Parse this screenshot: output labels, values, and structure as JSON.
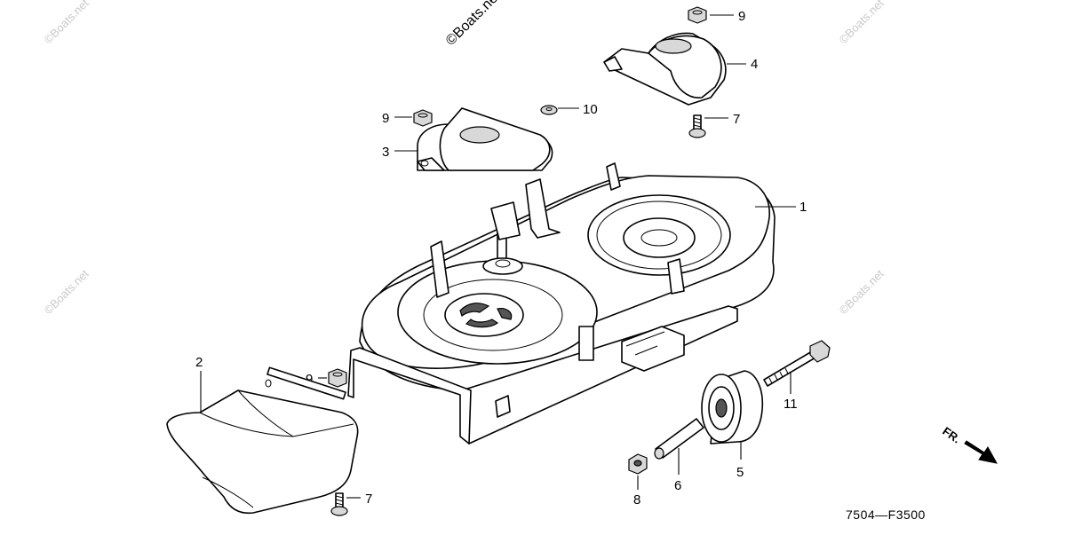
{
  "diagram": {
    "figure_code": "7504—F3500",
    "direction_label": "FR.",
    "watermarks": [
      "©Boats.net",
      "©Boats.net",
      "©Boats.net",
      "©Boats.net",
      "©Boats.net"
    ],
    "callouts": {
      "c1": "1",
      "c2": "2",
      "c3": "3",
      "c4": "4",
      "c5": "5",
      "c6": "6",
      "c7a": "7",
      "c7b": "7",
      "c8": "8",
      "c9a": "9",
      "c9b": "9",
      "c9c": "9",
      "c10": "10",
      "c11": "11"
    }
  }
}
